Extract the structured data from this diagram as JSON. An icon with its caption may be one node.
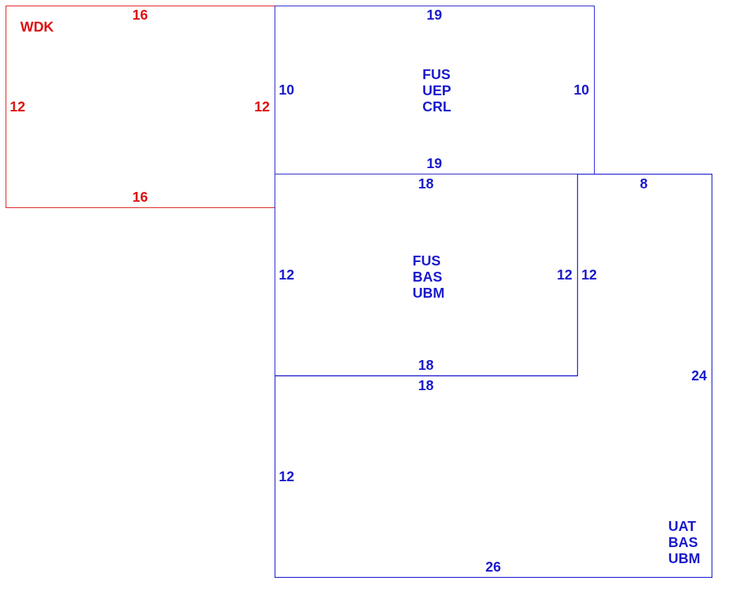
{
  "diagram": {
    "nodes": [
      {
        "text": [
          "WDK"
        ]
      },
      {
        "text": [
          "FUS UEP CRL"
        ]
      },
      {
        "text": [
          "FUS BAS UBM"
        ]
      },
      {
        "text": [
          "UAT BAS UBM"
        ]
      }
    ],
    "labels": [
      "16",
      "19",
      "10",
      "10",
      "12",
      "12",
      "19",
      "18",
      "8",
      "16",
      "12",
      "12",
      "12",
      "18",
      "24",
      "18",
      "12",
      "26"
    ]
  }
}
